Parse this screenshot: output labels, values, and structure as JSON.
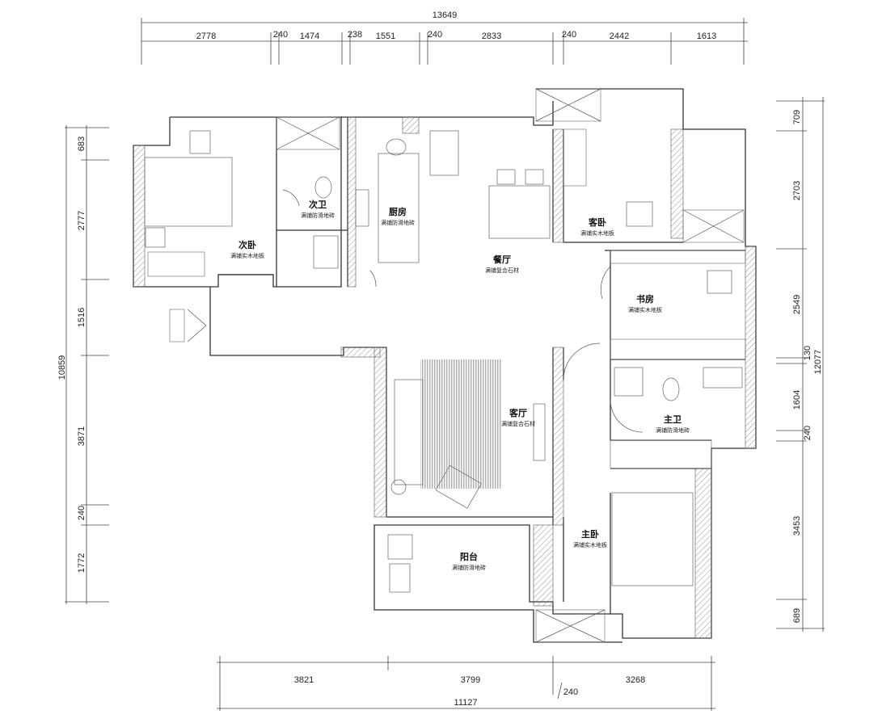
{
  "dimensions": {
    "top_total": "13649",
    "top_segments": [
      "2778",
      "240",
      "1474",
      "238",
      "1551",
      "240",
      "2833",
      "240",
      "2442",
      "1613"
    ],
    "bottom_total": "11127",
    "bottom_segments": [
      "3821",
      "3799",
      "3268"
    ],
    "bottom_extra": "240",
    "left_total": "10859",
    "left_segments": [
      "683",
      "2777",
      "1516",
      "3871",
      "240",
      "1772"
    ],
    "right_total": "12077",
    "right_segments": [
      "709",
      "2703",
      "2549",
      "130",
      "1604",
      "240",
      "3453",
      "689"
    ]
  },
  "rooms": [
    {
      "id": "second-bedroom",
      "name": "次卧",
      "floor": "满铺实木地板"
    },
    {
      "id": "second-bath",
      "name": "次卫",
      "floor": "满铺防滑地砖"
    },
    {
      "id": "kitchen",
      "name": "厨房",
      "floor": "满铺防滑地砖"
    },
    {
      "id": "dining",
      "name": "餐厅",
      "floor": "满铺复合石材"
    },
    {
      "id": "guest-bedroom",
      "name": "客卧",
      "floor": "满铺实木地板"
    },
    {
      "id": "study",
      "name": "书房",
      "floor": "满铺实木地板"
    },
    {
      "id": "master-bath",
      "name": "主卫",
      "floor": "满铺防滑地砖"
    },
    {
      "id": "living",
      "name": "客厅",
      "floor": "满铺复合石材"
    },
    {
      "id": "master-bedroom",
      "name": "主卧",
      "floor": "满铺实木地板"
    },
    {
      "id": "balcony",
      "name": "阳台",
      "floor": "满铺防滑地砖"
    }
  ]
}
